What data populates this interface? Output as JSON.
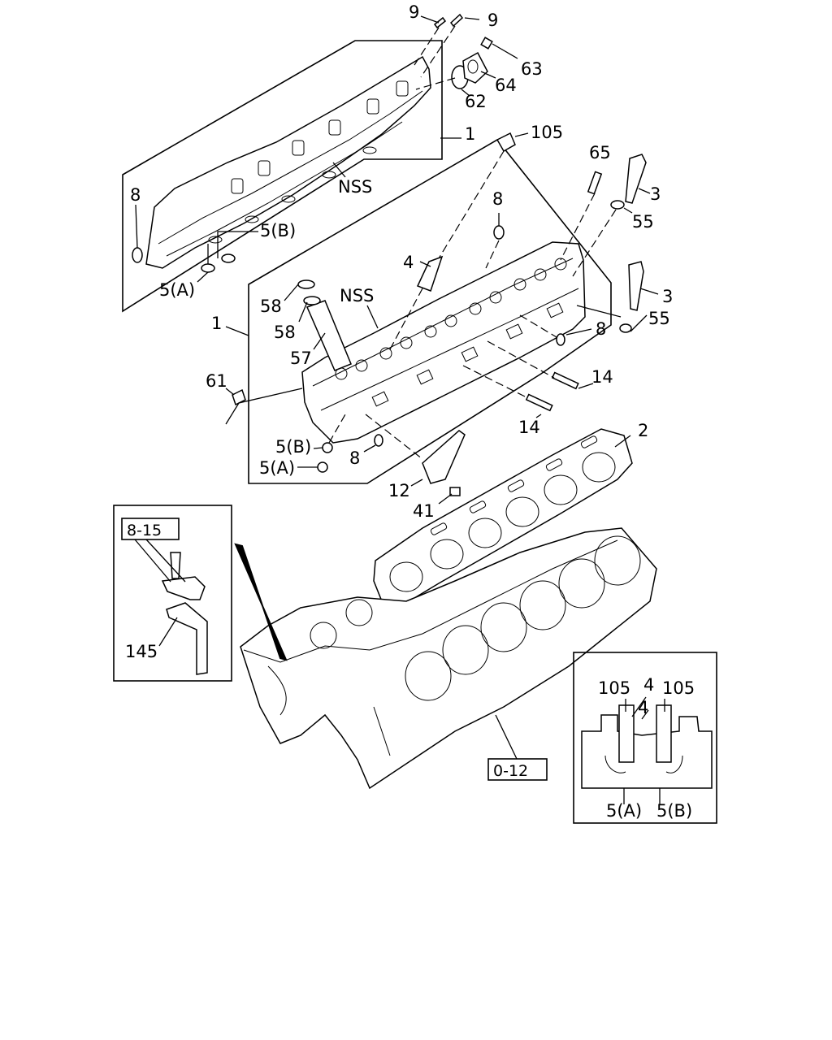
{
  "callouts": {
    "c1a": "1",
    "c1b": "1",
    "c2": "2",
    "c3a": "3",
    "c3b": "3",
    "c4": "4",
    "c5a_top": "5(A)",
    "c5b_top": "5(B)",
    "c5a_mid": "5(A)",
    "c5b_mid": "5(B)",
    "c8a": "8",
    "c8b": "8",
    "c8c": "8",
    "c8d": "8",
    "c9a": "9",
    "c9b": "9",
    "c12": "12",
    "c14a": "14",
    "c14b": "14",
    "c41": "41",
    "c55a": "55",
    "c55b": "55",
    "c57": "57",
    "c58a": "58",
    "c58b": "58",
    "c61": "61",
    "c62": "62",
    "c63": "63",
    "c64": "64",
    "c65": "65",
    "c105": "105",
    "nss_top": "NSS",
    "nss_mid": "NSS"
  },
  "ref_boxes": {
    "ref_8_15": "8-15",
    "ref_0_12": "0-12"
  },
  "inset_left": {
    "label_145": "145"
  },
  "inset_right": {
    "label_105_left": "105",
    "label_4_a": "4",
    "label_105_right": "105",
    "label_4_b": "4",
    "label_5a": "5(A)",
    "label_5b": "5(B)"
  }
}
